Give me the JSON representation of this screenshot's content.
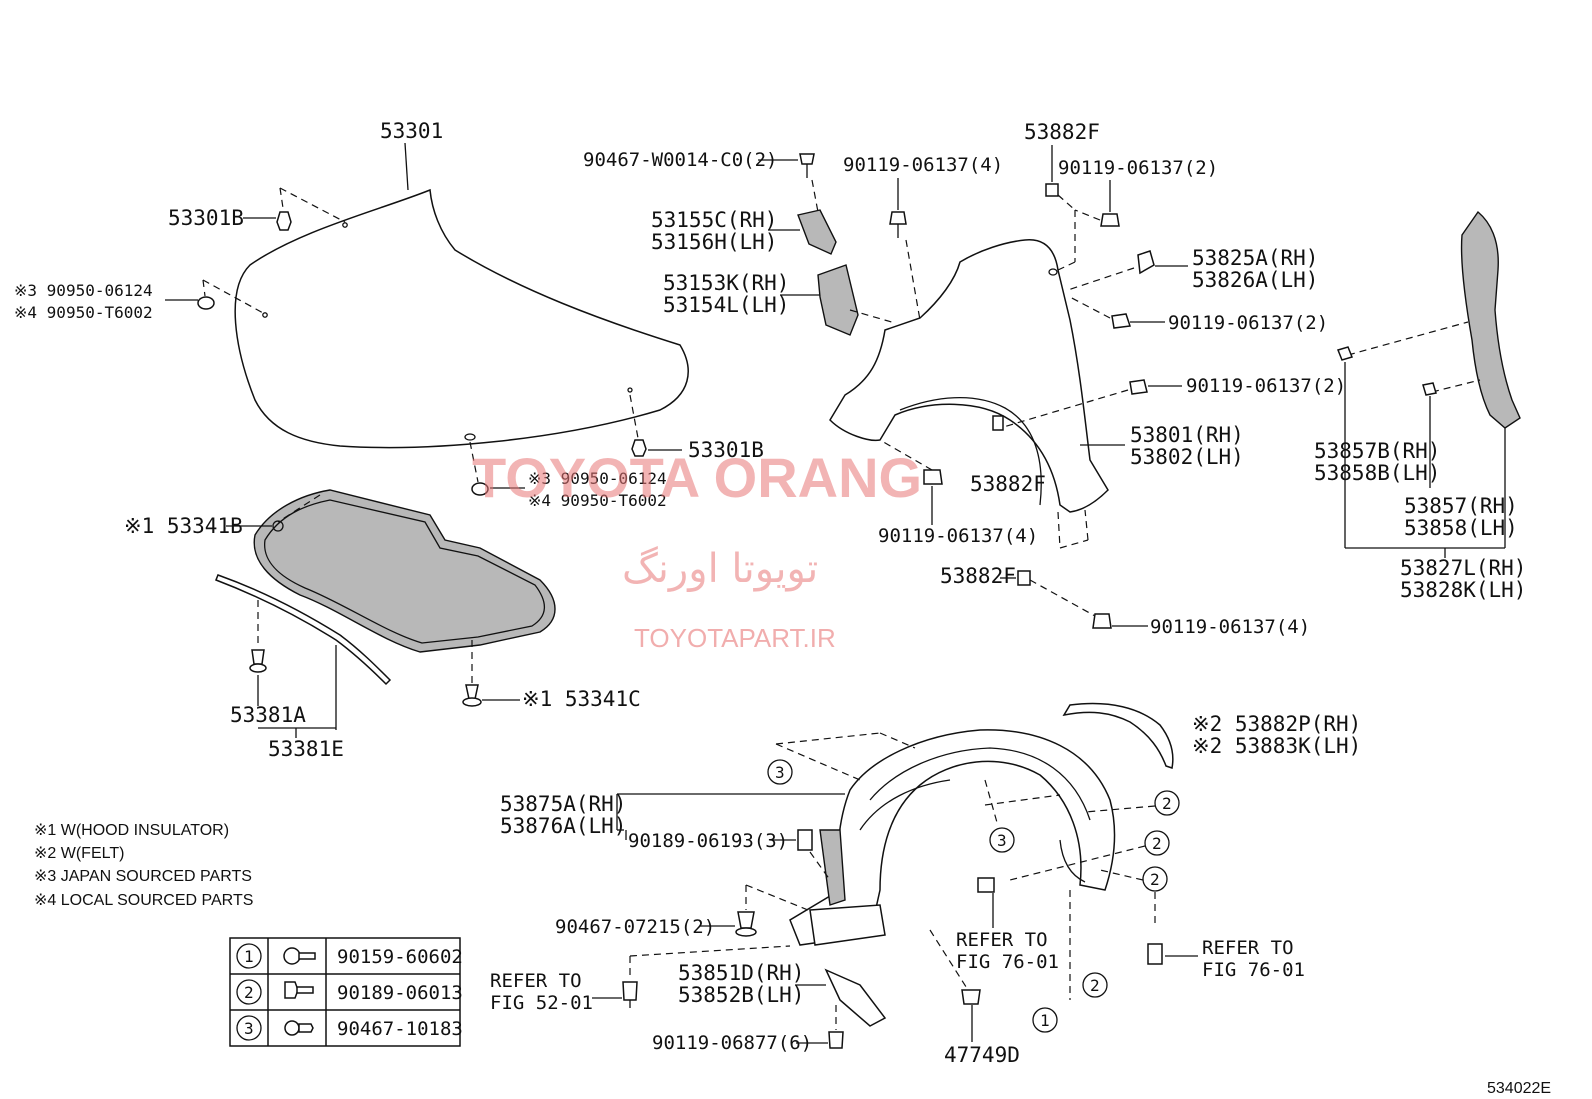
{
  "diagram": {
    "figure_id": "534022E",
    "labels": {
      "p53301": "53301",
      "p53301B_top": "53301B",
      "p53301B_mid": "53301B",
      "clip_jp_top": "※3 90950-06124",
      "clip_local_top": "※4 90950-T6002",
      "clip_jp_mid": "※3 90950-06124",
      "clip_local_mid": "※4 90950-T6002",
      "p53341B": "※1 53341B",
      "p53341C": "※1 53341C",
      "p53381A": "53381A",
      "p53381E": "53381E",
      "p90467_w": "90467-W0014-C0(2)",
      "p53155C": "53155C(RH)",
      "p53156H": "53156H(LH)",
      "p53153K": "53153K(RH)",
      "p53154L": "53154L(LH)",
      "p90119_top": "90119-06137(4)",
      "p53882F_top": "53882F",
      "p90119_tr": "90119-06137(2)",
      "p53825A": "53825A(RH)",
      "p53826A": "53826A(LH)",
      "p90119_r1": "90119-06137(2)",
      "p90119_r2": "90119-06137(2)",
      "p53801": "53801(RH)",
      "p53802": "53802(LH)",
      "p53882F_mid": "53882F",
      "p90119_bot4": "90119-06137(4)",
      "p53882F_low": "53882F",
      "p90119_low4": "90119-06137(4)",
      "p53857B": "53857B(RH)",
      "p53858B": "53858B(LH)",
      "p53857": "53857(RH)",
      "p53858": "53858(LH)",
      "p53827L": "53827L(RH)",
      "p53828K": "53828K(LH)",
      "p53882P": "※2 53882P(RH)",
      "p53883K": "※2 53883K(LH)",
      "p53875A": "53875A(RH)",
      "p53876A": "53876A(LH)",
      "p90189": "90189-06193(3)",
      "p90467_07": "90467-07215(2)",
      "refer52_1": "REFER TO",
      "refer52_2": "FIG 52-01",
      "p53851D": "53851D(RH)",
      "p53852B": "53852B(LH)",
      "p90119_06877": "90119-06877(6)",
      "p47749D": "47749D",
      "refer76a_1": "REFER TO",
      "refer76a_2": "FIG 76-01",
      "refer76b_1": "REFER TO",
      "refer76b_2": "FIG 76-01",
      "c3a": "3",
      "c3b": "3",
      "c2a": "2",
      "c2b": "2",
      "c2c": "2",
      "c2d": "2",
      "c1a": "1"
    },
    "notes": [
      "※1 W(HOOD INSULATOR)",
      "※2 W(FELT)",
      "※3 JAPAN SOURCED PARTS",
      "※4 LOCAL SOURCED PARTS"
    ],
    "legend_table": [
      {
        "key": "1",
        "icon": "flange-bolt-icon",
        "part": "90159-60602"
      },
      {
        "key": "2",
        "icon": "push-clip-icon",
        "part": "90189-06013"
      },
      {
        "key": "3",
        "icon": "clip-icon",
        "part": "90467-10183"
      }
    ],
    "watermark": {
      "brand": "TOYOTA ORANG",
      "persian": "تویوتا اورنگ",
      "url": "TOYOTAPART.IR",
      "color": "#e87878"
    }
  }
}
